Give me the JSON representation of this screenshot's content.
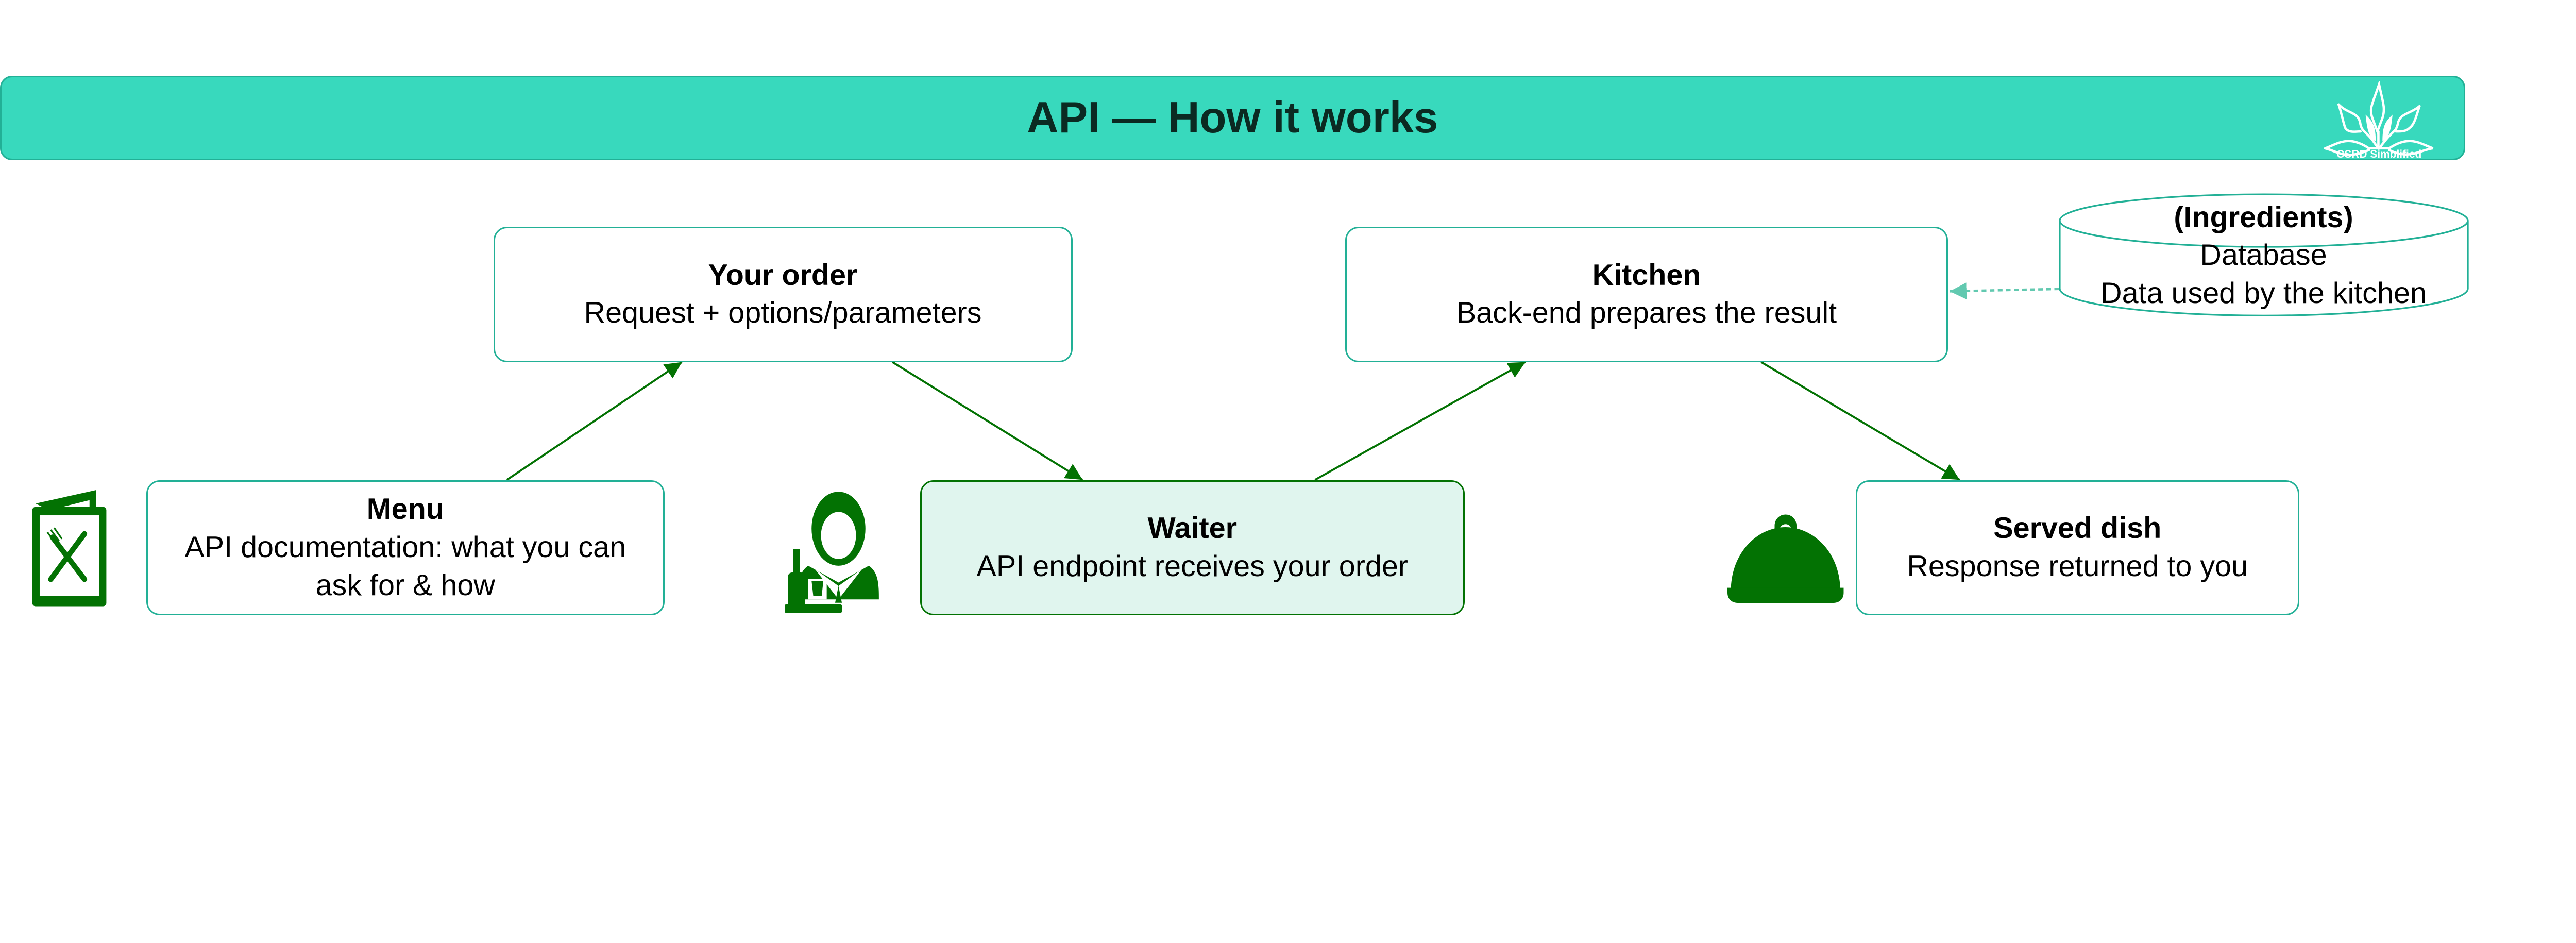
{
  "header": {
    "title": "API — How it works",
    "logo_text": "CSRD Simplified"
  },
  "colors": {
    "header_bg": "#38d9bd",
    "box_border": "#22b096",
    "icon_green": "#037203",
    "waiter_fill": "#e0f5ee"
  },
  "nodes": {
    "order": {
      "title": "Your order",
      "desc": "Request + options/parameters"
    },
    "kitchen": {
      "title": "Kitchen",
      "desc": "Back-end prepares the result"
    },
    "database": {
      "title": "(Ingredients)",
      "line1": "Database",
      "line2": "Data used by the kitchen"
    },
    "menu": {
      "title": "Menu",
      "desc": "API documentation: what you can ask for & how",
      "icon": "menu-icon"
    },
    "waiter": {
      "title": "Waiter",
      "desc": "API endpoint receives your order",
      "icon": "waiter-icon"
    },
    "served": {
      "title": "Served dish",
      "desc": "Response returned to you",
      "icon": "cloche-icon"
    }
  }
}
